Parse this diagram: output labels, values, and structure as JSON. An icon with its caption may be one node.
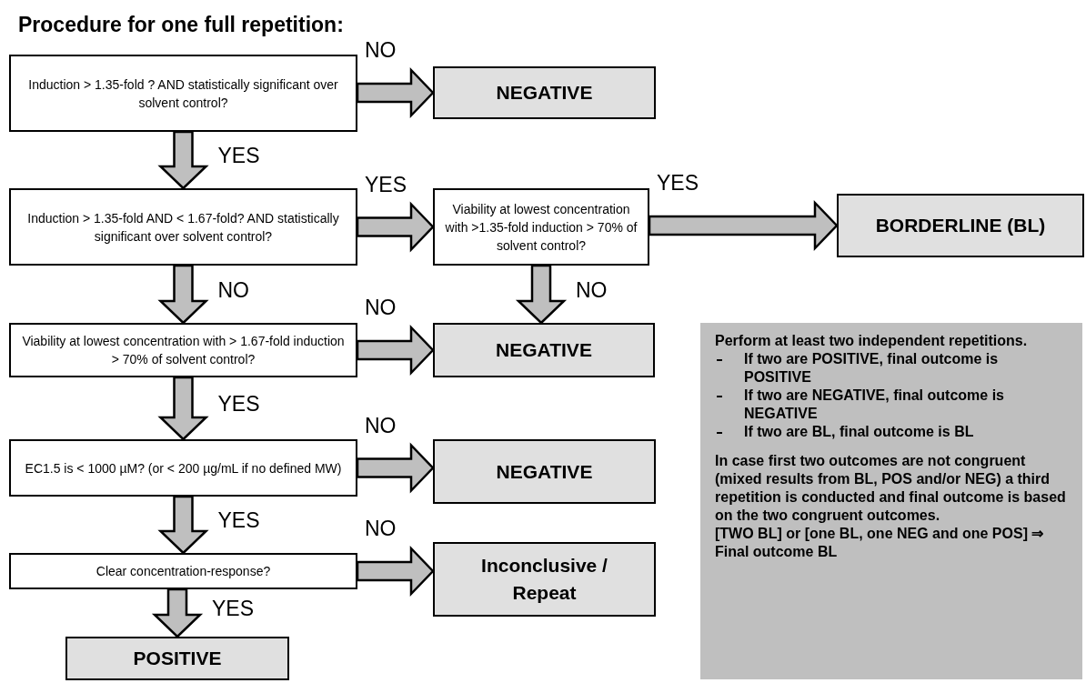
{
  "diagram": {
    "title": "Procedure for one full repetition:",
    "nodes": [
      {
        "text": [
          "Induction > 1.35-fold ? AND statistically significant over solvent control?"
        ]
      },
      {
        "text": [
          "NEGATIVE"
        ]
      },
      {
        "text": [
          "Induction > 1.35-fold AND < 1.67-fold? AND statistically significant over solvent control?"
        ]
      },
      {
        "text": [
          "Viability at lowest concentration with >1.35-fold induction > 70% of solvent control?"
        ]
      },
      {
        "text": [
          "BORDERLINE (BL)"
        ]
      },
      {
        "text": [
          "Viability at lowest concentration with > 1.67-fold induction > 70% of solvent control?"
        ]
      },
      {
        "text": [
          "NEGATIVE"
        ]
      },
      {
        "text": [
          "EC1.5 is < 1000 µM? (or < 200 µg/mL if no defined MW)"
        ]
      },
      {
        "text": [
          "NEGATIVE"
        ]
      },
      {
        "text": [
          "Clear concentration-response?"
        ]
      },
      {
        "text": [
          "Inconclusive / Repeat"
        ]
      },
      {
        "text": [
          "POSITIVE"
        ]
      },
      {
        "text": [
          "Perform at least two independent repetitions.",
          "If two are POSITIVE, final outcome is POSITIVE",
          "If two are NEGATIVE, final outcome is NEGATIVE",
          "If two are BL, final outcome is BL",
          "In case first two outcomes are not congruent (mixed results from BL, POS and/or NEG) a third repetition is conducted and final outcome is based on the two congruent outcomes.",
          "[TWO BL] or [one BL, one NEG and one POS] ⇒ Final outcome BL"
        ]
      }
    ],
    "edges": [
      {
        "from": 0,
        "to": 1,
        "arrow": "to",
        "label": "NO"
      },
      {
        "from": 0,
        "to": 2,
        "arrow": "to",
        "label": "YES"
      },
      {
        "from": 2,
        "to": 3,
        "arrow": "to",
        "label": "YES"
      },
      {
        "from": 3,
        "to": 4,
        "arrow": "to",
        "label": "YES"
      },
      {
        "from": 2,
        "to": 5,
        "arrow": "to",
        "label": "NO"
      },
      {
        "from": 3,
        "to": 6,
        "arrow": "to",
        "label": "NO"
      },
      {
        "from": 5,
        "to": 6,
        "arrow": "to",
        "label": "NO"
      },
      {
        "from": 5,
        "to": 7,
        "arrow": "to",
        "label": "YES"
      },
      {
        "from": 7,
        "to": 8,
        "arrow": "to",
        "label": "NO"
      },
      {
        "from": 7,
        "to": 9,
        "arrow": "to",
        "label": "YES"
      },
      {
        "from": 9,
        "to": 10,
        "arrow": "to",
        "label": "NO"
      },
      {
        "from": 9,
        "to": 11,
        "arrow": "to",
        "label": "YES"
      }
    ]
  }
}
